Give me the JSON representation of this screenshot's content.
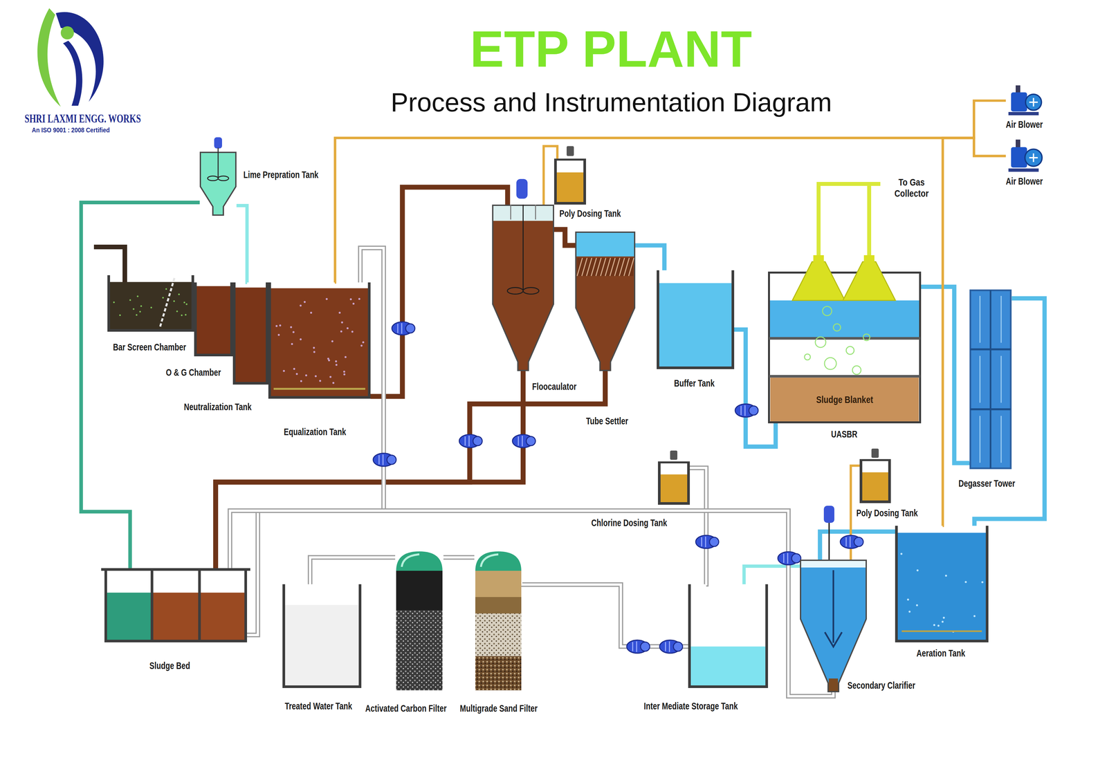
{
  "diagram": {
    "title": "ETP PLANT",
    "nodes": [
      {
        "text": [
          "Lime Prepration Tank"
        ]
      },
      {
        "text": [
          "Bar Screen Chamber"
        ]
      },
      {
        "text": [
          "O & G Chamber"
        ]
      },
      {
        "text": [
          "Neutralization Tank"
        ]
      },
      {
        "text": [
          "Equalization Tank"
        ]
      },
      {
        "text": [
          "Poly Dosing Tank"
        ]
      },
      {
        "text": [
          "Floocaulator"
        ]
      },
      {
        "text": [
          "Tube Settler"
        ]
      },
      {
        "text": [
          "Buffer Tank"
        ]
      },
      {
        "text": [
          "UASBR"
        ]
      },
      {
        "text": [
          "Sludge Blanket"
        ],
        "in": 9
      },
      {
        "text": [
          "Air Blower"
        ]
      },
      {
        "text": [
          "Air Blower"
        ]
      },
      {
        "text": [
          "Degasser Tower"
        ]
      },
      {
        "text": [
          "Chlorine Dosing Tank"
        ]
      },
      {
        "text": [
          "Poly Dosing Tank"
        ]
      },
      {
        "text": [
          "Aeration Tank"
        ]
      },
      {
        "text": [
          "Sludge Bed"
        ]
      },
      {
        "text": [
          "Treated Water Tank"
        ]
      },
      {
        "text": [
          "Activated Carbon Filter"
        ]
      },
      {
        "text": [
          "Multigrade Sand Filter"
        ]
      },
      {
        "text": [
          "Inter Mediate Storage Tank"
        ]
      },
      {
        "text": [
          "Secondary Clarifier"
        ]
      }
    ],
    "edges": [
      {
        "from": 0,
        "to": 3,
        "arrow": "none"
      },
      {
        "from": 0,
        "to": 17,
        "arrow": "none"
      },
      {
        "from": 4,
        "to": 6,
        "arrow": "none"
      },
      {
        "from": 6,
        "to": 7,
        "arrow": "none"
      },
      {
        "from": 7,
        "to": 8,
        "arrow": "none"
      },
      {
        "from": 8,
        "to": 9,
        "arrow": "none"
      },
      {
        "from": 9,
        "to": 13,
        "arrow": "none"
      },
      {
        "from": 13,
        "to": 16,
        "arrow": "none"
      },
      {
        "from": 16,
        "to": 22,
        "arrow": "none"
      },
      {
        "from": 22,
        "to": 21,
        "arrow": "none"
      },
      {
        "from": 21,
        "to": 20,
        "arrow": "none"
      },
      {
        "from": 20,
        "to": 19,
        "arrow": "none"
      },
      {
        "from": 19,
        "to": 18,
        "arrow": "none"
      },
      {
        "from": 6,
        "to": 17,
        "arrow": "none"
      },
      {
        "from": 7,
        "to": 17,
        "arrow": "none"
      },
      {
        "from": 17,
        "to": 4,
        "arrow": "none"
      },
      {
        "from": 11,
        "to": 16,
        "arrow": "none"
      },
      {
        "from": 12,
        "to": 16,
        "arrow": "none"
      },
      {
        "from": 11,
        "to": 4,
        "arrow": "none"
      },
      {
        "from": 12,
        "to": 4,
        "arrow": "none"
      },
      {
        "from": 5,
        "to": 6,
        "arrow": "none"
      },
      {
        "from": 14,
        "to": 21,
        "arrow": "none"
      },
      {
        "from": 15,
        "to": 22,
        "arrow": "none"
      },
      {
        "from": 22,
        "to": 17,
        "arrow": "none"
      }
    ],
    "labels": [
      "Process and Instrumentation Diagram",
      "To Gas Collector",
      "SHRI LAXMI ENGG. WORKS",
      "An ISO 9001 : 2008 Certified"
    ]
  }
}
